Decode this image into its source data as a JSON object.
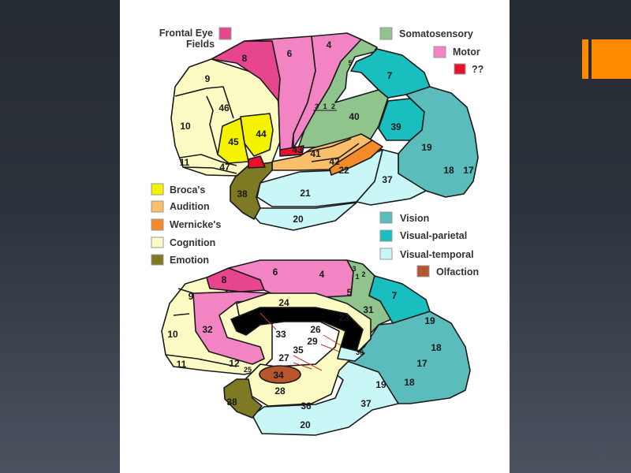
{
  "colors": {
    "cognition": "#fdfbc4",
    "broca": "#f5f200",
    "audition": "#f9bf6a",
    "wernicke": "#f58a2a",
    "emotion": "#7d7a23",
    "motor": "#f384c4",
    "frontal_eye": "#e8458f",
    "unknown": "#e8112d",
    "somato": "#8fc58c",
    "vision": "#5bbcbc",
    "visual_parietal": "#19bfbf",
    "visual_temporal": "#c9f6f6",
    "olfaction": "#b8552c",
    "accent": "#ff8a00"
  },
  "legend_top": {
    "frontal_eye_line1": "Frontal Eye",
    "frontal_eye_line2": "Fields",
    "somatosensory": "Somatosensory",
    "motor": "Motor",
    "unknown": "??"
  },
  "legend_left": [
    "Broca's",
    "Audition",
    "Wernicke's",
    "Cognition",
    "Emotion"
  ],
  "legend_right": [
    "Vision",
    "Visual-parietal",
    "Visual-temporal",
    "Olfaction"
  ],
  "lateral_areas": [
    "8",
    "6",
    "4",
    "5",
    "7",
    "9",
    "46",
    "10",
    "45",
    "44",
    "3 1 2",
    "40",
    "39",
    "19",
    "18",
    "17",
    "43",
    "41",
    "42",
    "22",
    "11",
    "47",
    "38",
    "21",
    "37",
    "20"
  ],
  "medial_areas": [
    "8",
    "6",
    "4",
    "3",
    "1",
    "2",
    "5",
    "7",
    "9",
    "24",
    "31",
    "23",
    "19",
    "32",
    "10",
    "33",
    "26",
    "29",
    "18",
    "35",
    "30",
    "27",
    "17",
    "11",
    "12",
    "25",
    "34",
    "19",
    "18",
    "28",
    "38",
    "37",
    "36",
    "20"
  ]
}
